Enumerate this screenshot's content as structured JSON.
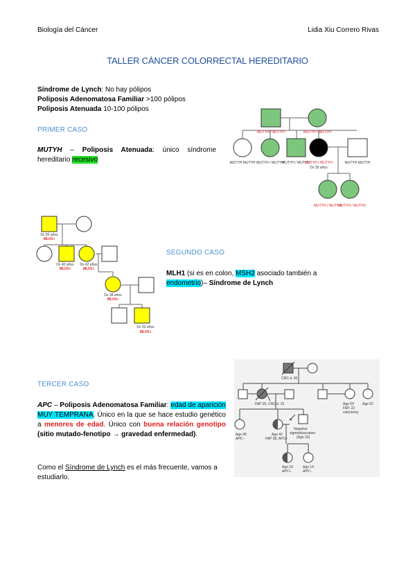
{
  "header": {
    "left": "Biología del Cáncer",
    "right": "Lidia Xiu Correro Rivas"
  },
  "title": "TALLER CÁNCER COLORRECTAL HEREDITARIO",
  "definitions": [
    {
      "term": "Síndrome de Lynch",
      "desc": ": No hay pólipos"
    },
    {
      "term": "Poliposis Adenomatosa Familiar",
      "desc": " >100 pólipos"
    },
    {
      "term": "Poliposis Atenuada",
      "desc": " 10-100 pólipos"
    }
  ],
  "case1": {
    "heading": "PRIMER CASO",
    "gene": "MUTYH",
    "dash": " – ",
    "name": "Poliposis Atenuada",
    "text": ": único síndrome hereditario ",
    "highlight": "recesivo",
    "pedigree": {
      "top_left": "MUTYH / MUTYH",
      "top_right": "MUTYH / MUTYH",
      "c1": "MUTYH MUTYH",
      "c2": "MUTYH / MUTYH",
      "c3": "MUTYH / MUTYH",
      "c4": "MUTYH / MUTYH",
      "c4_dx": "Dx 39 años",
      "c5": "MUTYH MUTYH",
      "g1": "MUTYH / MUTYH",
      "g2": "MUTYH / MUTYH"
    }
  },
  "case2": {
    "heading": "SEGUNDO CASO",
    "l1_a": "MLH1",
    "l1_b": " (si es en colon, ",
    "l1_c": "MSH2",
    "l1_d": " asociado también a",
    "l2_a": "endometrio",
    "l2_b": ")– ",
    "l2_c": "Síndrome de Lynch",
    "pedigree": {
      "dx1": "Dx 50 años",
      "m1": "MLH1+",
      "dx2": "Dx 40 años",
      "m2": "MLH1+",
      "dx3": "Dx 42 años",
      "m3": "MLH1+",
      "dx4": "Dx 38 años",
      "m4": "MLH1+",
      "dx5": "Dx 33 años",
      "m5": "MLH1+"
    }
  },
  "case3": {
    "heading": "TERCER CASO",
    "gene": "APC",
    "dash": " – ",
    "name": "Poliposis Adenomatosa Familiar",
    "colon": ": ",
    "hl": "edad de aparición MUY TEMPRANA",
    "t1": ". Único en la que se hace estudio genético a ",
    "red1": "menores de edad",
    "t2": ". Único con ",
    "red2": "buena relación genotipo",
    "t3": " (sitio mutado-fenotipo → gravedad enfermedad)",
    "t4": ".",
    "pedigree": {
      "crc45": "CRC d. 45",
      "fap25": "FAP 25, CRC d. 31",
      "age59": "Age 59",
      "fap22": "FAP, 22",
      "colectomy": "colectomy",
      "age52": "Age 52",
      "age40": "Age 40",
      "apc_neg1": "APC–",
      "age42": "Age 42",
      "fap38": "FAP 38, APC+",
      "negative": "Negative",
      "sigmo": "sigmoidoscopies",
      "age33": "(Age 33)",
      "age16": "Age 16",
      "apc_pos": "APC+",
      "age14": "Age 14",
      "apc_neg2": "APC–"
    }
  },
  "conclusion": {
    "a": "Como el ",
    "link": "Síndrome de Lynch",
    "b": " es el más frecuente, vamos a estudiarlo."
  },
  "colors": {
    "title": "#1f4e9c",
    "heading": "#4a8fd0",
    "green_fill": "#7dc67d",
    "yellow_fill": "#ffff00",
    "red_label": "#e02020",
    "highlight_green": "#22dd22",
    "highlight_cyan": "#00e5ff"
  }
}
